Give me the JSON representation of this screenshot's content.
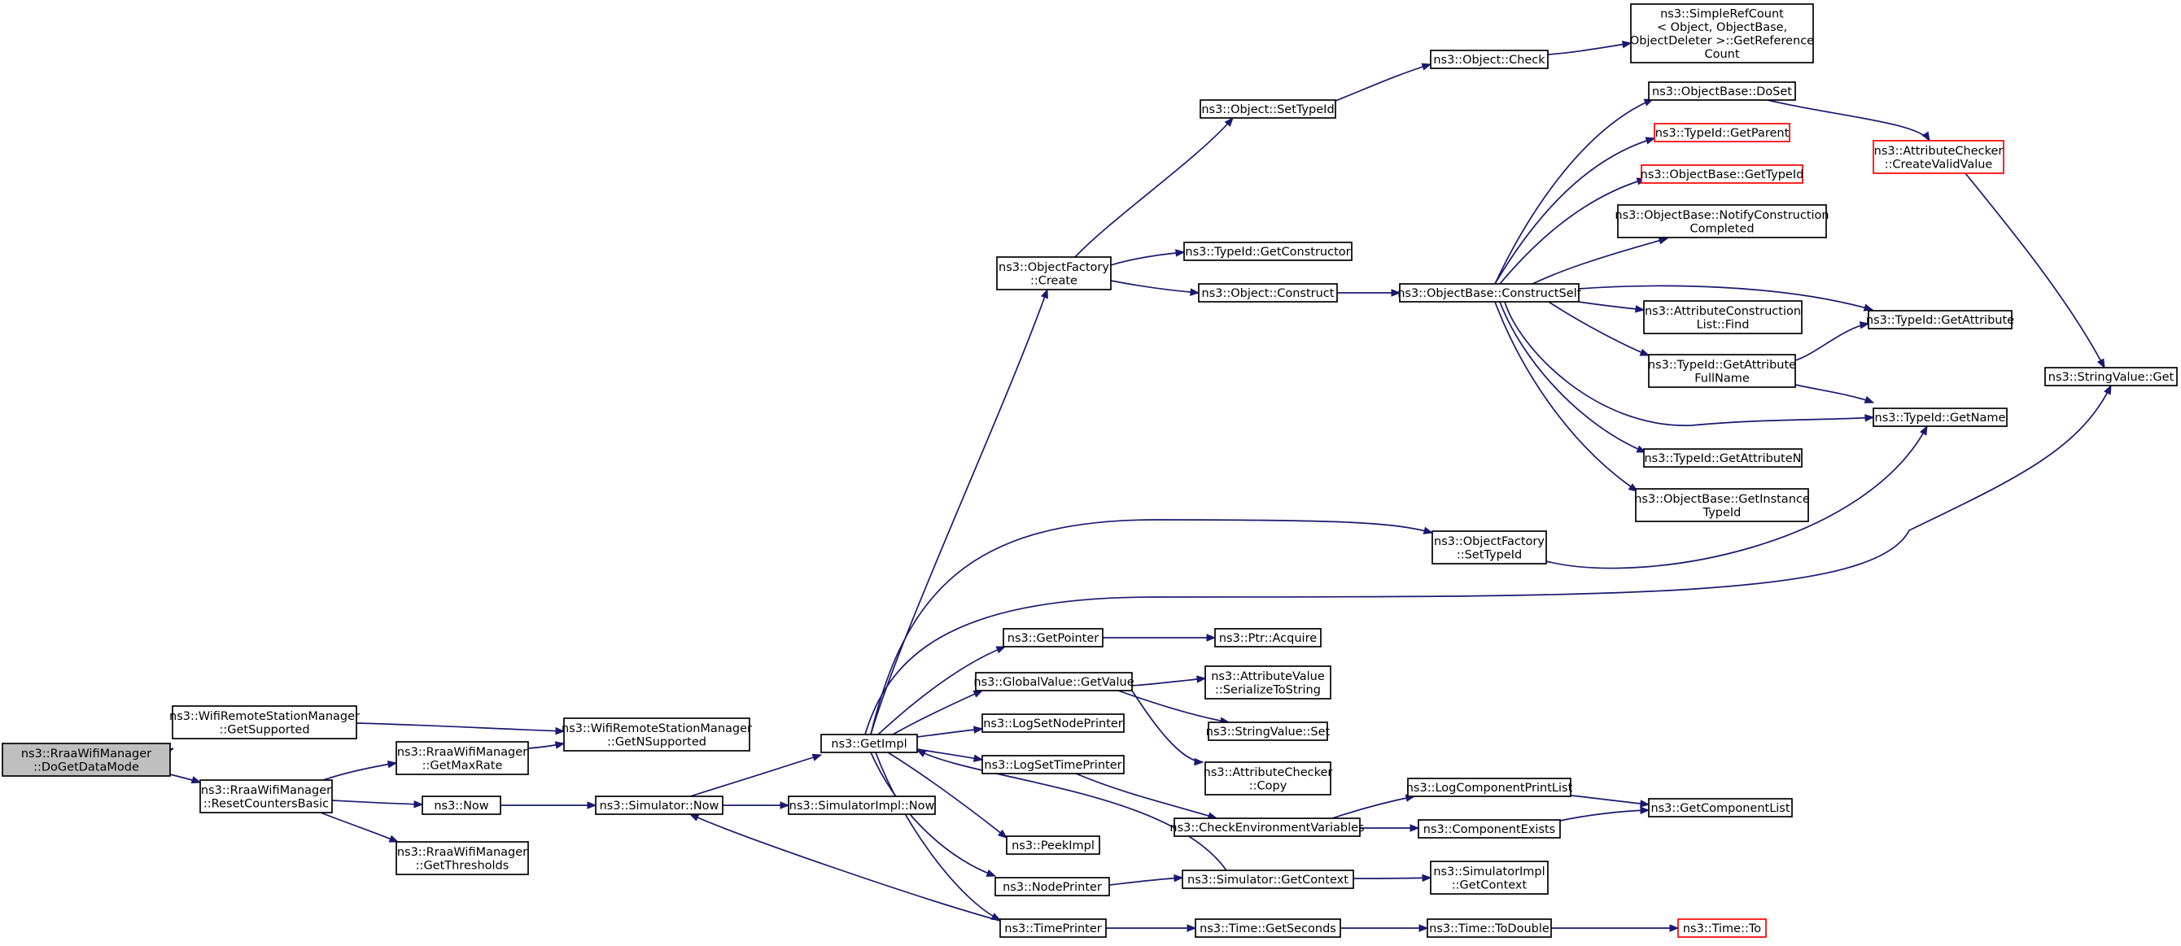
{
  "colors": {
    "edge": "#191970",
    "node_border": "#000000",
    "node_border_truncated": "#ff0000",
    "root_fill": "#bfbfbf",
    "node_fill": "#ffffff"
  },
  "nodes": [
    {
      "id": "dogetdatamode",
      "lines": [
        "ns3::RraaWifiManager",
        "::DoGetDataMode"
      ],
      "style": "root"
    },
    {
      "id": "getsupported",
      "lines": [
        "ns3::WifiRemoteStationManager",
        "::GetSupported"
      ]
    },
    {
      "id": "resetcounters",
      "lines": [
        "ns3::RraaWifiManager",
        "::ResetCountersBasic"
      ]
    },
    {
      "id": "getnsupported",
      "lines": [
        "ns3::WifiRemoteStationManager",
        "::GetNSupported"
      ]
    },
    {
      "id": "getmaxrate",
      "lines": [
        "ns3::RraaWifiManager",
        "::GetMaxRate"
      ]
    },
    {
      "id": "now",
      "lines": [
        "ns3::Now"
      ]
    },
    {
      "id": "getthresholds",
      "lines": [
        "ns3::RraaWifiManager",
        "::GetThresholds"
      ]
    },
    {
      "id": "simnow",
      "lines": [
        "ns3::Simulator::Now"
      ]
    },
    {
      "id": "simimplnow",
      "lines": [
        "ns3::SimulatorImpl::Now"
      ]
    },
    {
      "id": "getimpl",
      "lines": [
        "ns3::GetImpl"
      ]
    },
    {
      "id": "ofcreate",
      "lines": [
        "ns3::ObjectFactory",
        "::Create"
      ]
    },
    {
      "id": "getpointer",
      "lines": [
        "ns3::GetPointer"
      ]
    },
    {
      "id": "gvgetvalue",
      "lines": [
        "ns3::GlobalValue::GetValue"
      ]
    },
    {
      "id": "logsetnode",
      "lines": [
        "ns3::LogSetNodePrinter"
      ]
    },
    {
      "id": "logsettime",
      "lines": [
        "ns3::LogSetTimePrinter"
      ]
    },
    {
      "id": "peekimpl",
      "lines": [
        "ns3::PeekImpl"
      ]
    },
    {
      "id": "nodeprinter",
      "lines": [
        "ns3::NodePrinter"
      ]
    },
    {
      "id": "timeprinter",
      "lines": [
        "ns3::TimePrinter"
      ]
    },
    {
      "id": "objsettypeid",
      "lines": [
        "ns3::Object::SetTypeId"
      ]
    },
    {
      "id": "tidgetctor",
      "lines": [
        "ns3::TypeId::GetConstructor"
      ]
    },
    {
      "id": "objconstruct",
      "lines": [
        "ns3::Object::Construct"
      ]
    },
    {
      "id": "ofsettypeid",
      "lines": [
        "ns3::ObjectFactory",
        "::SetTypeId"
      ]
    },
    {
      "id": "ptracquire",
      "lines": [
        "ns3::Ptr::Acquire"
      ]
    },
    {
      "id": "avserialize",
      "lines": [
        "ns3::AttributeValue",
        "::SerializeToString"
      ]
    },
    {
      "id": "svset",
      "lines": [
        "ns3::StringValue::Set"
      ]
    },
    {
      "id": "accopy",
      "lines": [
        "ns3::AttributeChecker",
        "::Copy"
      ]
    },
    {
      "id": "checkenv",
      "lines": [
        "ns3::CheckEnvironmentVariables"
      ]
    },
    {
      "id": "simgetctx",
      "lines": [
        "ns3::Simulator::GetContext"
      ]
    },
    {
      "id": "timegetsec",
      "lines": [
        "ns3::Time::GetSeconds"
      ]
    },
    {
      "id": "objcheck",
      "lines": [
        "ns3::Object::Check"
      ]
    },
    {
      "id": "obconstructself",
      "lines": [
        "ns3::ObjectBase::ConstructSelf"
      ]
    },
    {
      "id": "logcompprint",
      "lines": [
        "ns3::LogComponentPrintList"
      ]
    },
    {
      "id": "compexists",
      "lines": [
        "ns3::ComponentExists"
      ]
    },
    {
      "id": "simimplgetctx",
      "lines": [
        "ns3::SimulatorImpl",
        "::GetContext"
      ]
    },
    {
      "id": "timetodouble",
      "lines": [
        "ns3::Time::ToDouble"
      ]
    },
    {
      "id": "simplerefcount",
      "lines": [
        "ns3::SimpleRefCount",
        "< Object, ObjectBase,",
        "ObjectDeleter >::GetReference",
        "Count"
      ]
    },
    {
      "id": "obdoset",
      "lines": [
        "ns3::ObjectBase::DoSet"
      ]
    },
    {
      "id": "tidgetparent",
      "lines": [
        "ns3::TypeId::GetParent"
      ],
      "style": "truncated"
    },
    {
      "id": "obgettypeid",
      "lines": [
        "ns3::ObjectBase::GetTypeId"
      ],
      "style": "truncated"
    },
    {
      "id": "obnotify",
      "lines": [
        "ns3::ObjectBase::NotifyConstruction",
        "Completed"
      ]
    },
    {
      "id": "aclfind",
      "lines": [
        "ns3::AttributeConstruction",
        "List::Find"
      ]
    },
    {
      "id": "tidgetattrfull",
      "lines": [
        "ns3::TypeId::GetAttribute",
        "FullName"
      ]
    },
    {
      "id": "tidgetattrn",
      "lines": [
        "ns3::TypeId::GetAttributeN"
      ]
    },
    {
      "id": "obgetinstance",
      "lines": [
        "ns3::ObjectBase::GetInstance",
        "TypeId"
      ]
    },
    {
      "id": "getcomplist",
      "lines": [
        "ns3::GetComponentList"
      ]
    },
    {
      "id": "timeto",
      "lines": [
        "ns3::Time::To"
      ],
      "style": "truncated"
    },
    {
      "id": "accreatevalid",
      "lines": [
        "ns3::AttributeChecker",
        "::CreateValidValue"
      ],
      "style": "truncated"
    },
    {
      "id": "tidgetattr",
      "lines": [
        "ns3::TypeId::GetAttribute"
      ]
    },
    {
      "id": "tidgetname",
      "lines": [
        "ns3::TypeId::GetName"
      ]
    },
    {
      "id": "svget",
      "lines": [
        "ns3::StringValue::Get"
      ]
    }
  ],
  "edges": [
    [
      "dogetdatamode",
      "getsupported"
    ],
    [
      "dogetdatamode",
      "resetcounters"
    ],
    [
      "getsupported",
      "getnsupported"
    ],
    [
      "resetcounters",
      "getmaxrate"
    ],
    [
      "resetcounters",
      "now"
    ],
    [
      "resetcounters",
      "getthresholds"
    ],
    [
      "getmaxrate",
      "getnsupported"
    ],
    [
      "now",
      "simnow"
    ],
    [
      "simnow",
      "getimpl"
    ],
    [
      "simnow",
      "simimplnow"
    ],
    [
      "getimpl",
      "ofcreate"
    ],
    [
      "getimpl",
      "ofsettypeid"
    ],
    [
      "getimpl",
      "svget"
    ],
    [
      "getimpl",
      "getpointer"
    ],
    [
      "getimpl",
      "gvgetvalue"
    ],
    [
      "getimpl",
      "logsetnode"
    ],
    [
      "getimpl",
      "logsettime"
    ],
    [
      "getimpl",
      "peekimpl"
    ],
    [
      "getimpl",
      "nodeprinter"
    ],
    [
      "getimpl",
      "timeprinter"
    ],
    [
      "ofcreate",
      "objsettypeid"
    ],
    [
      "ofcreate",
      "tidgetctor"
    ],
    [
      "ofcreate",
      "objconstruct"
    ],
    [
      "objsettypeid",
      "objcheck"
    ],
    [
      "objcheck",
      "simplerefcount"
    ],
    [
      "objconstruct",
      "obconstructself"
    ],
    [
      "obconstructself",
      "obdoset"
    ],
    [
      "obconstructself",
      "tidgetparent"
    ],
    [
      "obconstructself",
      "obgettypeid"
    ],
    [
      "obconstructself",
      "obnotify"
    ],
    [
      "obconstructself",
      "tidgetattr"
    ],
    [
      "obconstructself",
      "aclfind"
    ],
    [
      "obconstructself",
      "tidgetattrfull"
    ],
    [
      "obconstructself",
      "tidgetname"
    ],
    [
      "obconstructself",
      "tidgetattrn"
    ],
    [
      "obconstructself",
      "obgetinstance"
    ],
    [
      "obdoset",
      "accreatevalid"
    ],
    [
      "accreatevalid",
      "svget"
    ],
    [
      "tidgetattrfull",
      "tidgetattr"
    ],
    [
      "tidgetattrfull",
      "tidgetname"
    ],
    [
      "ofsettypeid",
      "tidgetname"
    ],
    [
      "getpointer",
      "ptracquire"
    ],
    [
      "gvgetvalue",
      "avserialize"
    ],
    [
      "gvgetvalue",
      "svset"
    ],
    [
      "gvgetvalue",
      "accopy"
    ],
    [
      "logsettime",
      "checkenv"
    ],
    [
      "checkenv",
      "logcompprint"
    ],
    [
      "checkenv",
      "compexists"
    ],
    [
      "logcompprint",
      "getcomplist"
    ],
    [
      "compexists",
      "getcomplist"
    ],
    [
      "nodeprinter",
      "simgetctx"
    ],
    [
      "simgetctx",
      "getimpl"
    ],
    [
      "simgetctx",
      "simimplgetctx"
    ],
    [
      "timeprinter",
      "simnow"
    ],
    [
      "timeprinter",
      "timegetsec"
    ],
    [
      "timegetsec",
      "timetodouble"
    ],
    [
      "timetodouble",
      "timeto"
    ]
  ]
}
